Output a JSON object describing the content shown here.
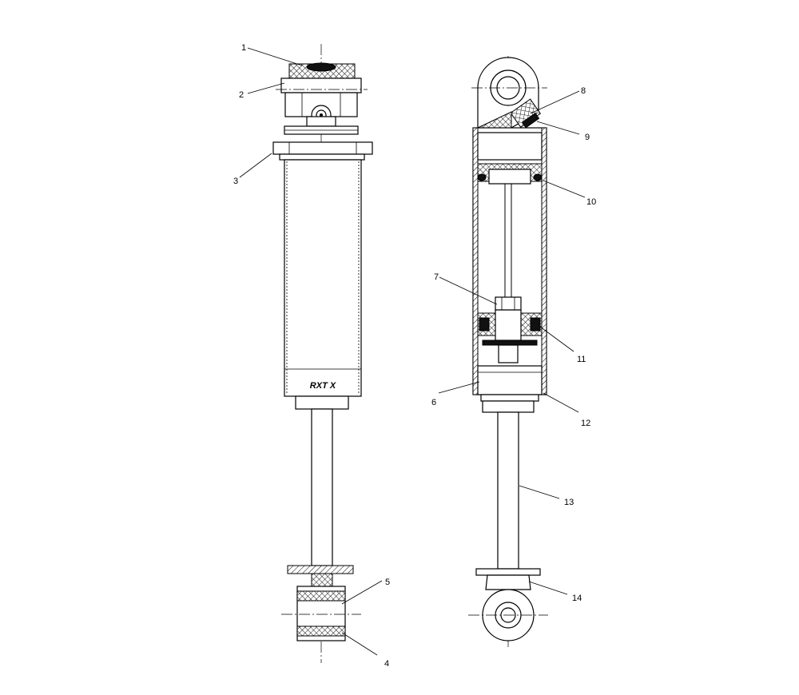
{
  "logo_text": "RXT X",
  "callouts": [
    {
      "id": "1",
      "text": "1"
    },
    {
      "id": "2",
      "text": "2"
    },
    {
      "id": "3",
      "text": "3"
    },
    {
      "id": "4",
      "text": "4"
    },
    {
      "id": "5",
      "text": "5"
    },
    {
      "id": "6",
      "text": "6"
    },
    {
      "id": "7",
      "text": "7"
    },
    {
      "id": "8",
      "text": "8"
    },
    {
      "id": "9",
      "text": "9"
    },
    {
      "id": "10",
      "text": "10"
    },
    {
      "id": "11",
      "text": "11"
    },
    {
      "id": "12",
      "text": "12"
    },
    {
      "id": "13",
      "text": "13"
    },
    {
      "id": "14",
      "text": "14"
    }
  ]
}
